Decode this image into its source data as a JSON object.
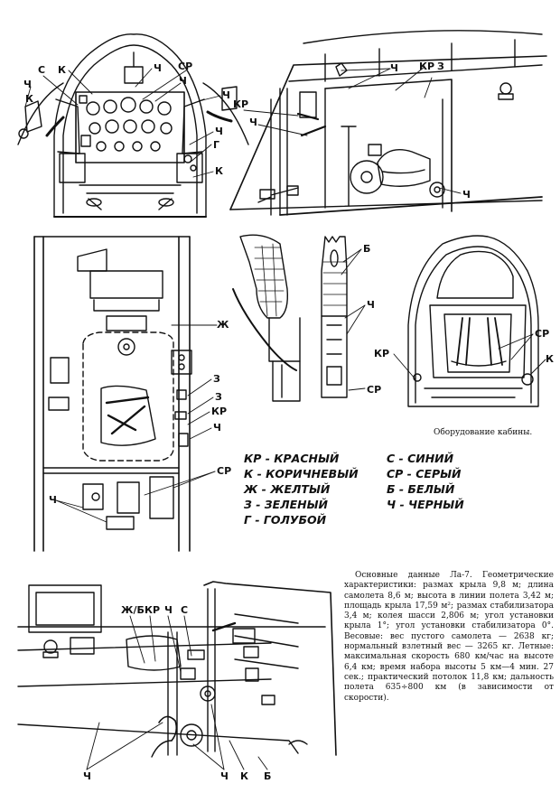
{
  "caption": "Оборудование кабины.",
  "legend": {
    "left": [
      "КР - КРАСНЫЙ",
      "К - КОРИЧНЕВЫЙ",
      "Ж - ЖЕЛТЫЙ",
      "З - ЗЕЛЕНЫЙ",
      "Г - ГОЛУБОЙ"
    ],
    "right": [
      "С - СИНИЙ",
      "СР - СЕРЫЙ",
      "Б - БЕЛЫЙ",
      "Ч - ЧЕРНЫЙ"
    ]
  },
  "specs": "Основные данные Ла-7. Геометрические характеристики: размах крыла 9,8 м; длина самолета 8,6 м; высота в линии полета 3,42 м; площадь крыла 17,59 м²; размах стабилизатора 3,4 м; колея шасси 2,806 м; угол установки крыла 1°; угол установки стабилизатора 0°. Весовые: вес пустого самолета — 2638 кг; нормальный взлетный вес — 3265 кг. Летные: максимальная скорость 680 км/час на высоте 6,4 км; время набора высоты 5 км—4 мин. 27 сек.; практический потолок 11,8 км; дальность полета 635÷800 км (в зависимости от скорости).",
  "callouts": {
    "front_view": [
      "С",
      "К",
      "Ч",
      "СР",
      "Ч",
      "Ч",
      "К",
      "Ч",
      "Ч",
      "Г",
      "К"
    ],
    "side_view": [
      "Ч",
      "КР",
      "З",
      "КР",
      "Ч",
      "Ч"
    ],
    "plan_view": [
      "Ж",
      "З",
      "З",
      "КР",
      "Ч",
      "СР",
      "Ч"
    ],
    "stick": [
      "Б",
      "Ч",
      "СР"
    ],
    "seat": [
      "КР",
      "СР",
      "К"
    ],
    "bottom_view": [
      "Ж/Б",
      "КР",
      "Ч",
      "С",
      "Ч",
      "Ч",
      "К",
      "Б"
    ]
  }
}
